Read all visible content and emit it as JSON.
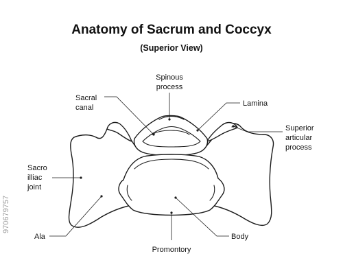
{
  "title": "Anatomy of Sacrum and Coccyx",
  "subtitle": "(Superior View)",
  "labels": {
    "spinous_1": "Spinous",
    "spinous_2": "process",
    "sacral_1": "Sacral",
    "sacral_2": "canal",
    "lamina": "Lamina",
    "superior_1": "Superior",
    "superior_2": "articular",
    "superior_3": "process",
    "sacroiliac_1": "Sacro",
    "sacroiliac_2": "illiac",
    "sacroiliac_3": "joint",
    "ala": "Ala",
    "body": "Body",
    "promontory": "Promontory"
  },
  "watermark_id": "970679757"
}
